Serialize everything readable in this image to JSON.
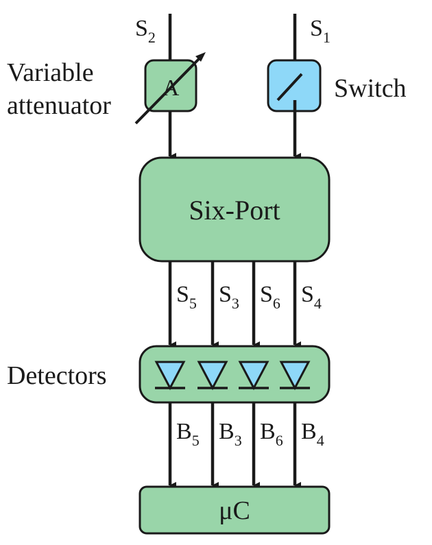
{
  "blocks": {
    "attenuator_letter": "A",
    "sixport": "Six-Port",
    "microcontroller": "μC"
  },
  "labels": {
    "variable": "Variable",
    "attenuator": "attenuator",
    "switch": "Switch",
    "detectors": "Detectors"
  },
  "signals": {
    "inputs": [
      {
        "base": "S",
        "sub": "2"
      },
      {
        "base": "S",
        "sub": "1"
      }
    ],
    "sixport_outputs": [
      {
        "base": "S",
        "sub": "5"
      },
      {
        "base": "S",
        "sub": "3"
      },
      {
        "base": "S",
        "sub": "6"
      },
      {
        "base": "S",
        "sub": "4"
      }
    ],
    "detector_outputs": [
      {
        "base": "B",
        "sub": "5"
      },
      {
        "base": "B",
        "sub": "3"
      },
      {
        "base": "B",
        "sub": "6"
      },
      {
        "base": "B",
        "sub": "4"
      }
    ]
  }
}
